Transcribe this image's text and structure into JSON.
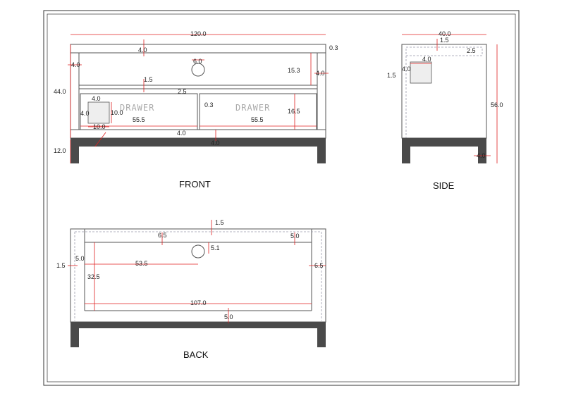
{
  "views": {
    "front": "FRONT",
    "side": "SIDE",
    "back": "BACK"
  },
  "drawer_label": "DRAWER",
  "front": {
    "overall_width": "120.0",
    "top_rail": "4.0",
    "cable_hole": "6.0",
    "top_gap": "0.3",
    "side_panel_left": "4.0",
    "side_panel_right": "4.0",
    "opening_height": "15.3",
    "total_height": "44.0",
    "shelf": "1.5",
    "divider": "2.5",
    "handle_top": "4.0",
    "handle_left": "4.0",
    "handle_height": "10.0",
    "handle_width": "10.0",
    "drawer_gap": "0.3",
    "drawer_height": "16.5",
    "drawer_left_width": "55.5",
    "drawer_right_width": "55.5",
    "mid_stile": "4.0",
    "base_rail": "4.0",
    "leg_height": "12.0"
  },
  "side": {
    "depth": "40.0",
    "back_offset": "1.5",
    "back_panel": "2.5",
    "handle": "4.0",
    "handle_offset": "4.0",
    "inset": "1.5",
    "height": "56.0",
    "leg": "4.0"
  },
  "back": {
    "top_offset": "1.5",
    "top_rail": "6.5",
    "right_rail": "5.0",
    "hole_offset": "5.1",
    "left_rail": "5.0",
    "left_inset": "1.5",
    "hole_position": "53.5",
    "right_panel": "6.5",
    "opening_height": "32.5",
    "inner_width": "107.0",
    "bottom_rail": "5.0"
  }
}
